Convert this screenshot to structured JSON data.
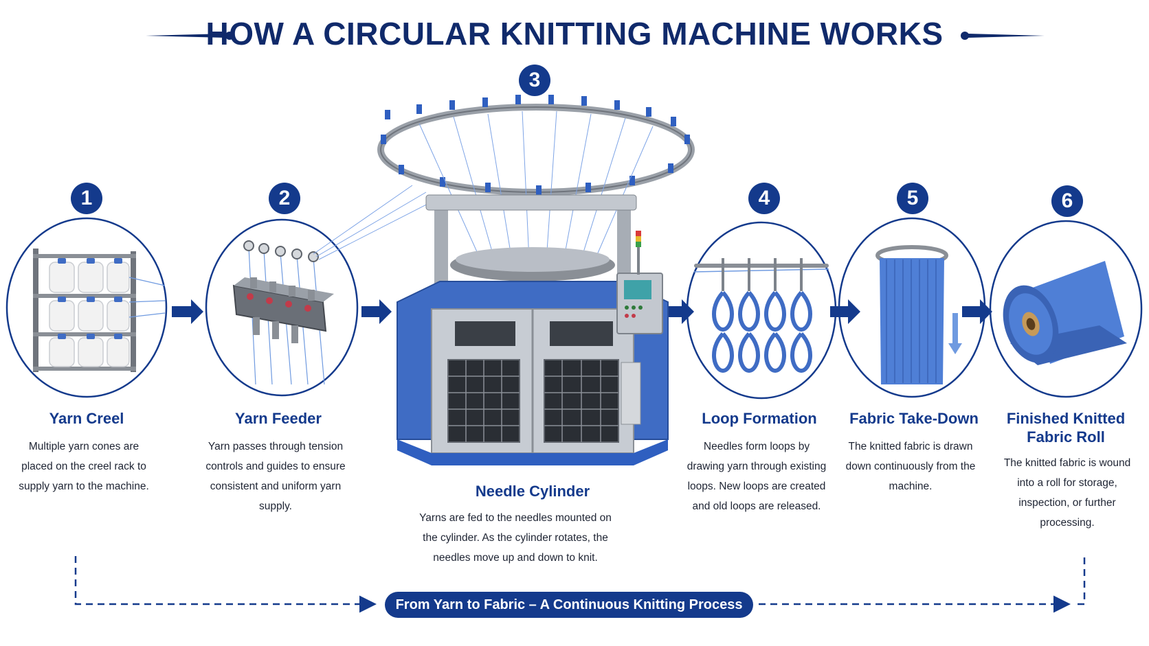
{
  "title": "HOW A CIRCULAR KNITTING MACHINE WORKS",
  "steps": [
    {
      "number": "1",
      "title": "Yarn Creel",
      "description": "Multiple yarn cones are placed on the creel rack to supply yarn to the machine."
    },
    {
      "number": "2",
      "title": "Yarn Feeder",
      "description": "Yarn passes through tension controls and guides to ensure consistent and uniform yarn supply."
    },
    {
      "number": "3",
      "title": "Needle Cylinder",
      "description": "Yarns are fed to the needles mounted on the cylinder. As the cylinder rotates, the needles move up and down to knit."
    },
    {
      "number": "4",
      "title": "Loop Formation",
      "description": "Needles form loops by drawing yarn through existing loops. New loops are created and old loops are released."
    },
    {
      "number": "5",
      "title": "Fabric Take-Down",
      "description": "The knitted fabric is drawn down continuously from the machine."
    },
    {
      "number": "6",
      "title": "Finished Knitted Fabric Roll",
      "description": "The knitted fabric is wound into a roll for storage, inspection, or further processing."
    }
  ],
  "footer": "From Yarn to Fabric – A Continuous Knitting Process",
  "colors": {
    "navy": "#143a8c",
    "machine_blue": "#3f6cc4",
    "steel": "#b9bec6",
    "yarn_white": "#f2f2f2",
    "fabric_blue": "#4f7fd6"
  },
  "icons": [
    "yarn-creel-icon",
    "yarn-feeder-icon",
    "knitting-machine-icon",
    "loop-formation-icon",
    "fabric-take-down-icon",
    "fabric-roll-icon",
    "arrow-right-icon"
  ]
}
